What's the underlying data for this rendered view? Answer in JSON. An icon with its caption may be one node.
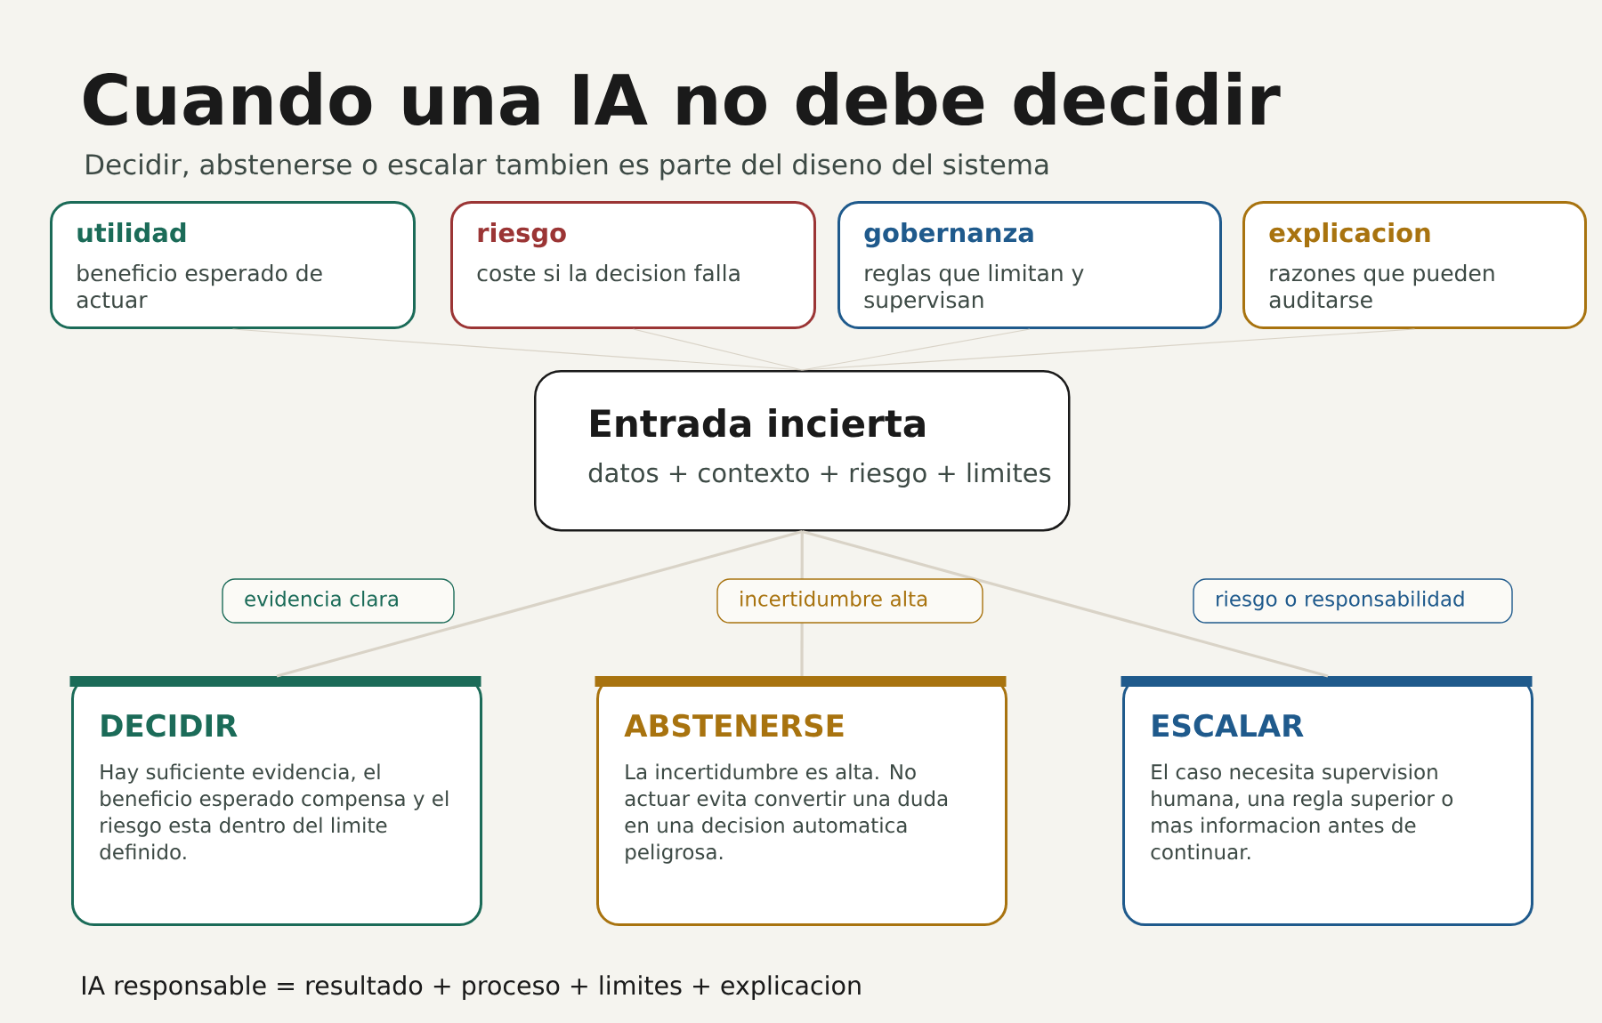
{
  "diagram": {
    "title": "Cuando una IA no debe decidir",
    "nodes": [
      {
        "text": [
          "utilidad",
          "beneficio esperado de actuar"
        ]
      },
      {
        "text": [
          "riesgo",
          "coste si la decision falla"
        ]
      },
      {
        "text": [
          "gobernanza",
          "reglas que limitan y supervisan"
        ]
      },
      {
        "text": [
          "explicacion",
          "razones que pueden auditarse"
        ]
      },
      {
        "text": [
          "Entrada incierta",
          "datos + contexto + riesgo + limites"
        ]
      },
      {
        "text": [
          "DECIDIR",
          "Hay suficiente evidencia, el beneficio esperado compensa y el riesgo esta dentro del limite definido."
        ]
      },
      {
        "text": [
          "ABSTENERSE",
          "La incertidumbre es alta. No actuar evita convertir una duda en una decision automatica peligrosa."
        ]
      },
      {
        "text": [
          "ESCALAR",
          "El caso necesita supervision humana, una regla superior o mas informacion antes de continuar."
        ]
      }
    ],
    "edges": [
      {
        "from": 0,
        "to": 4,
        "arrow": "none"
      },
      {
        "from": 1,
        "to": 4,
        "arrow": "none"
      },
      {
        "from": 2,
        "to": 4,
        "arrow": "none"
      },
      {
        "from": 3,
        "to": 4,
        "arrow": "none"
      },
      {
        "from": 4,
        "to": 5,
        "arrow": "none",
        "label": "evidencia clara"
      },
      {
        "from": 4,
        "to": 6,
        "arrow": "none",
        "label": "incertidumbre alta"
      },
      {
        "from": 4,
        "to": 7,
        "arrow": "none",
        "label": "riesgo o responsabilidad"
      }
    ],
    "labels": [
      "Decidir, abstenerse o escalar tambien es parte del diseno del sistema",
      "IA responsable = resultado + proceso + limites + explicacion"
    ]
  }
}
